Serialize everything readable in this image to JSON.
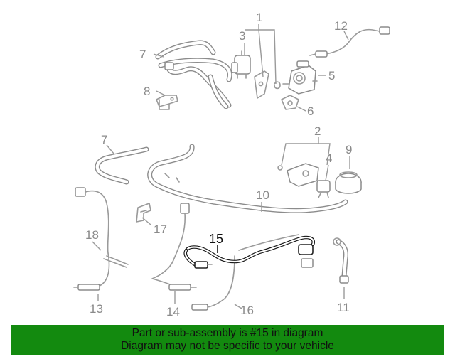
{
  "callouts": {
    "c1": "1",
    "c2": "2",
    "c3": "3",
    "c4": "4",
    "c5": "5",
    "c6": "6",
    "c7a": "7",
    "c7b": "7",
    "c8": "8",
    "c9": "9",
    "c10": "10",
    "c11": "11",
    "c12": "12",
    "c13": "13",
    "c14": "14",
    "c15": "15",
    "c16": "16",
    "c17": "17",
    "c18": "18"
  },
  "highlighted_part": "15",
  "banner": {
    "line1": "Part or sub-assembly is #15 in diagram",
    "line2": "Diagram may not be specific to your vehicle"
  },
  "colors": {
    "banner_background": "#138a0f",
    "line_art": "#8c8c8c",
    "highlight": "#1a1a1a"
  }
}
